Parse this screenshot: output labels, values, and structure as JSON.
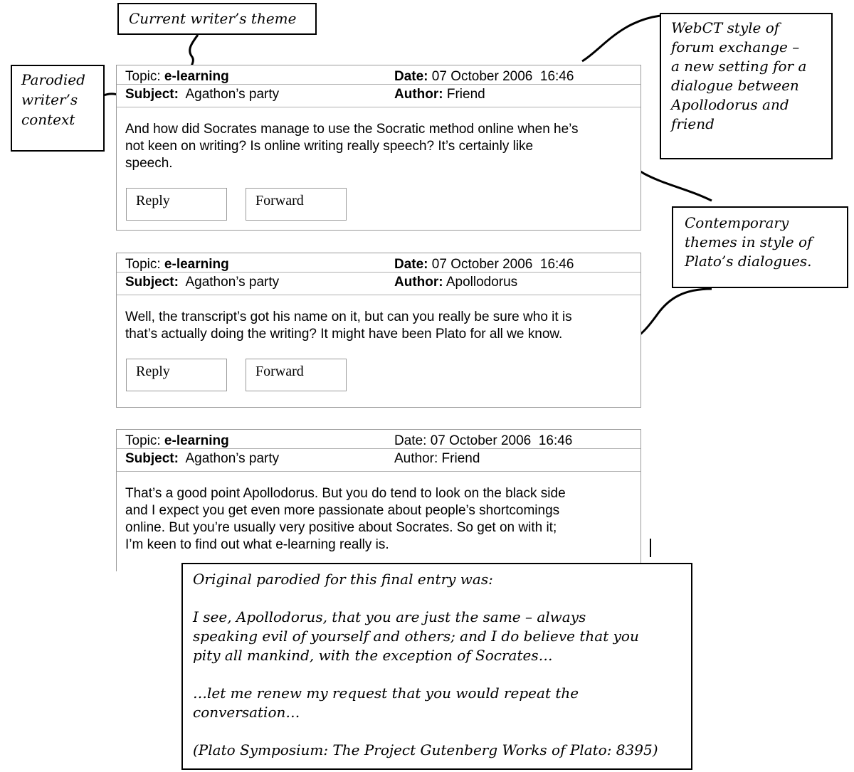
{
  "annotations": {
    "current_theme": "Current writer’s theme",
    "parodied_context": [
      "Parodied",
      "writer’s",
      "context"
    ],
    "webct_style": [
      "WebCT style of",
      "forum exchange –",
      "a new setting for a",
      "dialogue between",
      "Apollodorus and",
      "friend"
    ],
    "contemporary": [
      "Contemporary",
      "themes in style of",
      "Plato’s dialogues."
    ],
    "original": {
      "heading": "Original parodied for this final entry was:",
      "quote1": [
        "I see, Apollodorus, that you are just the same – always",
        "speaking evil of yourself and others; and I do believe that you",
        "pity all mankind, with the exception of Socrates…"
      ],
      "quote2": [
        "…let me renew my request that you would repeat the",
        "conversation…"
      ],
      "source": "(Plato Symposium: The Project Gutenberg Works of Plato: 8395)"
    }
  },
  "labels": {
    "topic": "Topic:",
    "date": "Date:",
    "subject": "Subject:",
    "author": "Author:"
  },
  "posts": [
    {
      "topic": "e-learning",
      "date": "07 October 2006  16:46",
      "subject": "Agathon’s party",
      "author": "Friend",
      "body": [
        "And how did Socrates manage to use the Socratic method online when he’s",
        "not keen on writing?  Is online writing really speech?  It’s certainly like",
        "speech."
      ],
      "reply_label": "Reply",
      "forward_label": "Forward"
    },
    {
      "topic": "e-learning",
      "date": "07 October 2006  16:46",
      "subject": "Agathon’s party",
      "author": "Apollodorus",
      "body": [
        "Well, the transcript’s got his name on it, but can you really be sure who it is",
        "that’s actually doing the writing?  It might have been Plato for all we know."
      ],
      "reply_label": "Reply",
      "forward_label": "Forward"
    },
    {
      "topic": "e-learning",
      "date": "07 October 2006  16:46",
      "subject": "Agathon’s party",
      "author": "Friend",
      "body": [
        "That’s a good point Apollodorus.  But you do tend to look on the black side",
        "and I expect you get even more passionate about people’s shortcomings",
        "online.  But you’re usually very positive about Socrates.  So get on with it;",
        "I’m keen to find out what e-learning really is."
      ]
    }
  ]
}
